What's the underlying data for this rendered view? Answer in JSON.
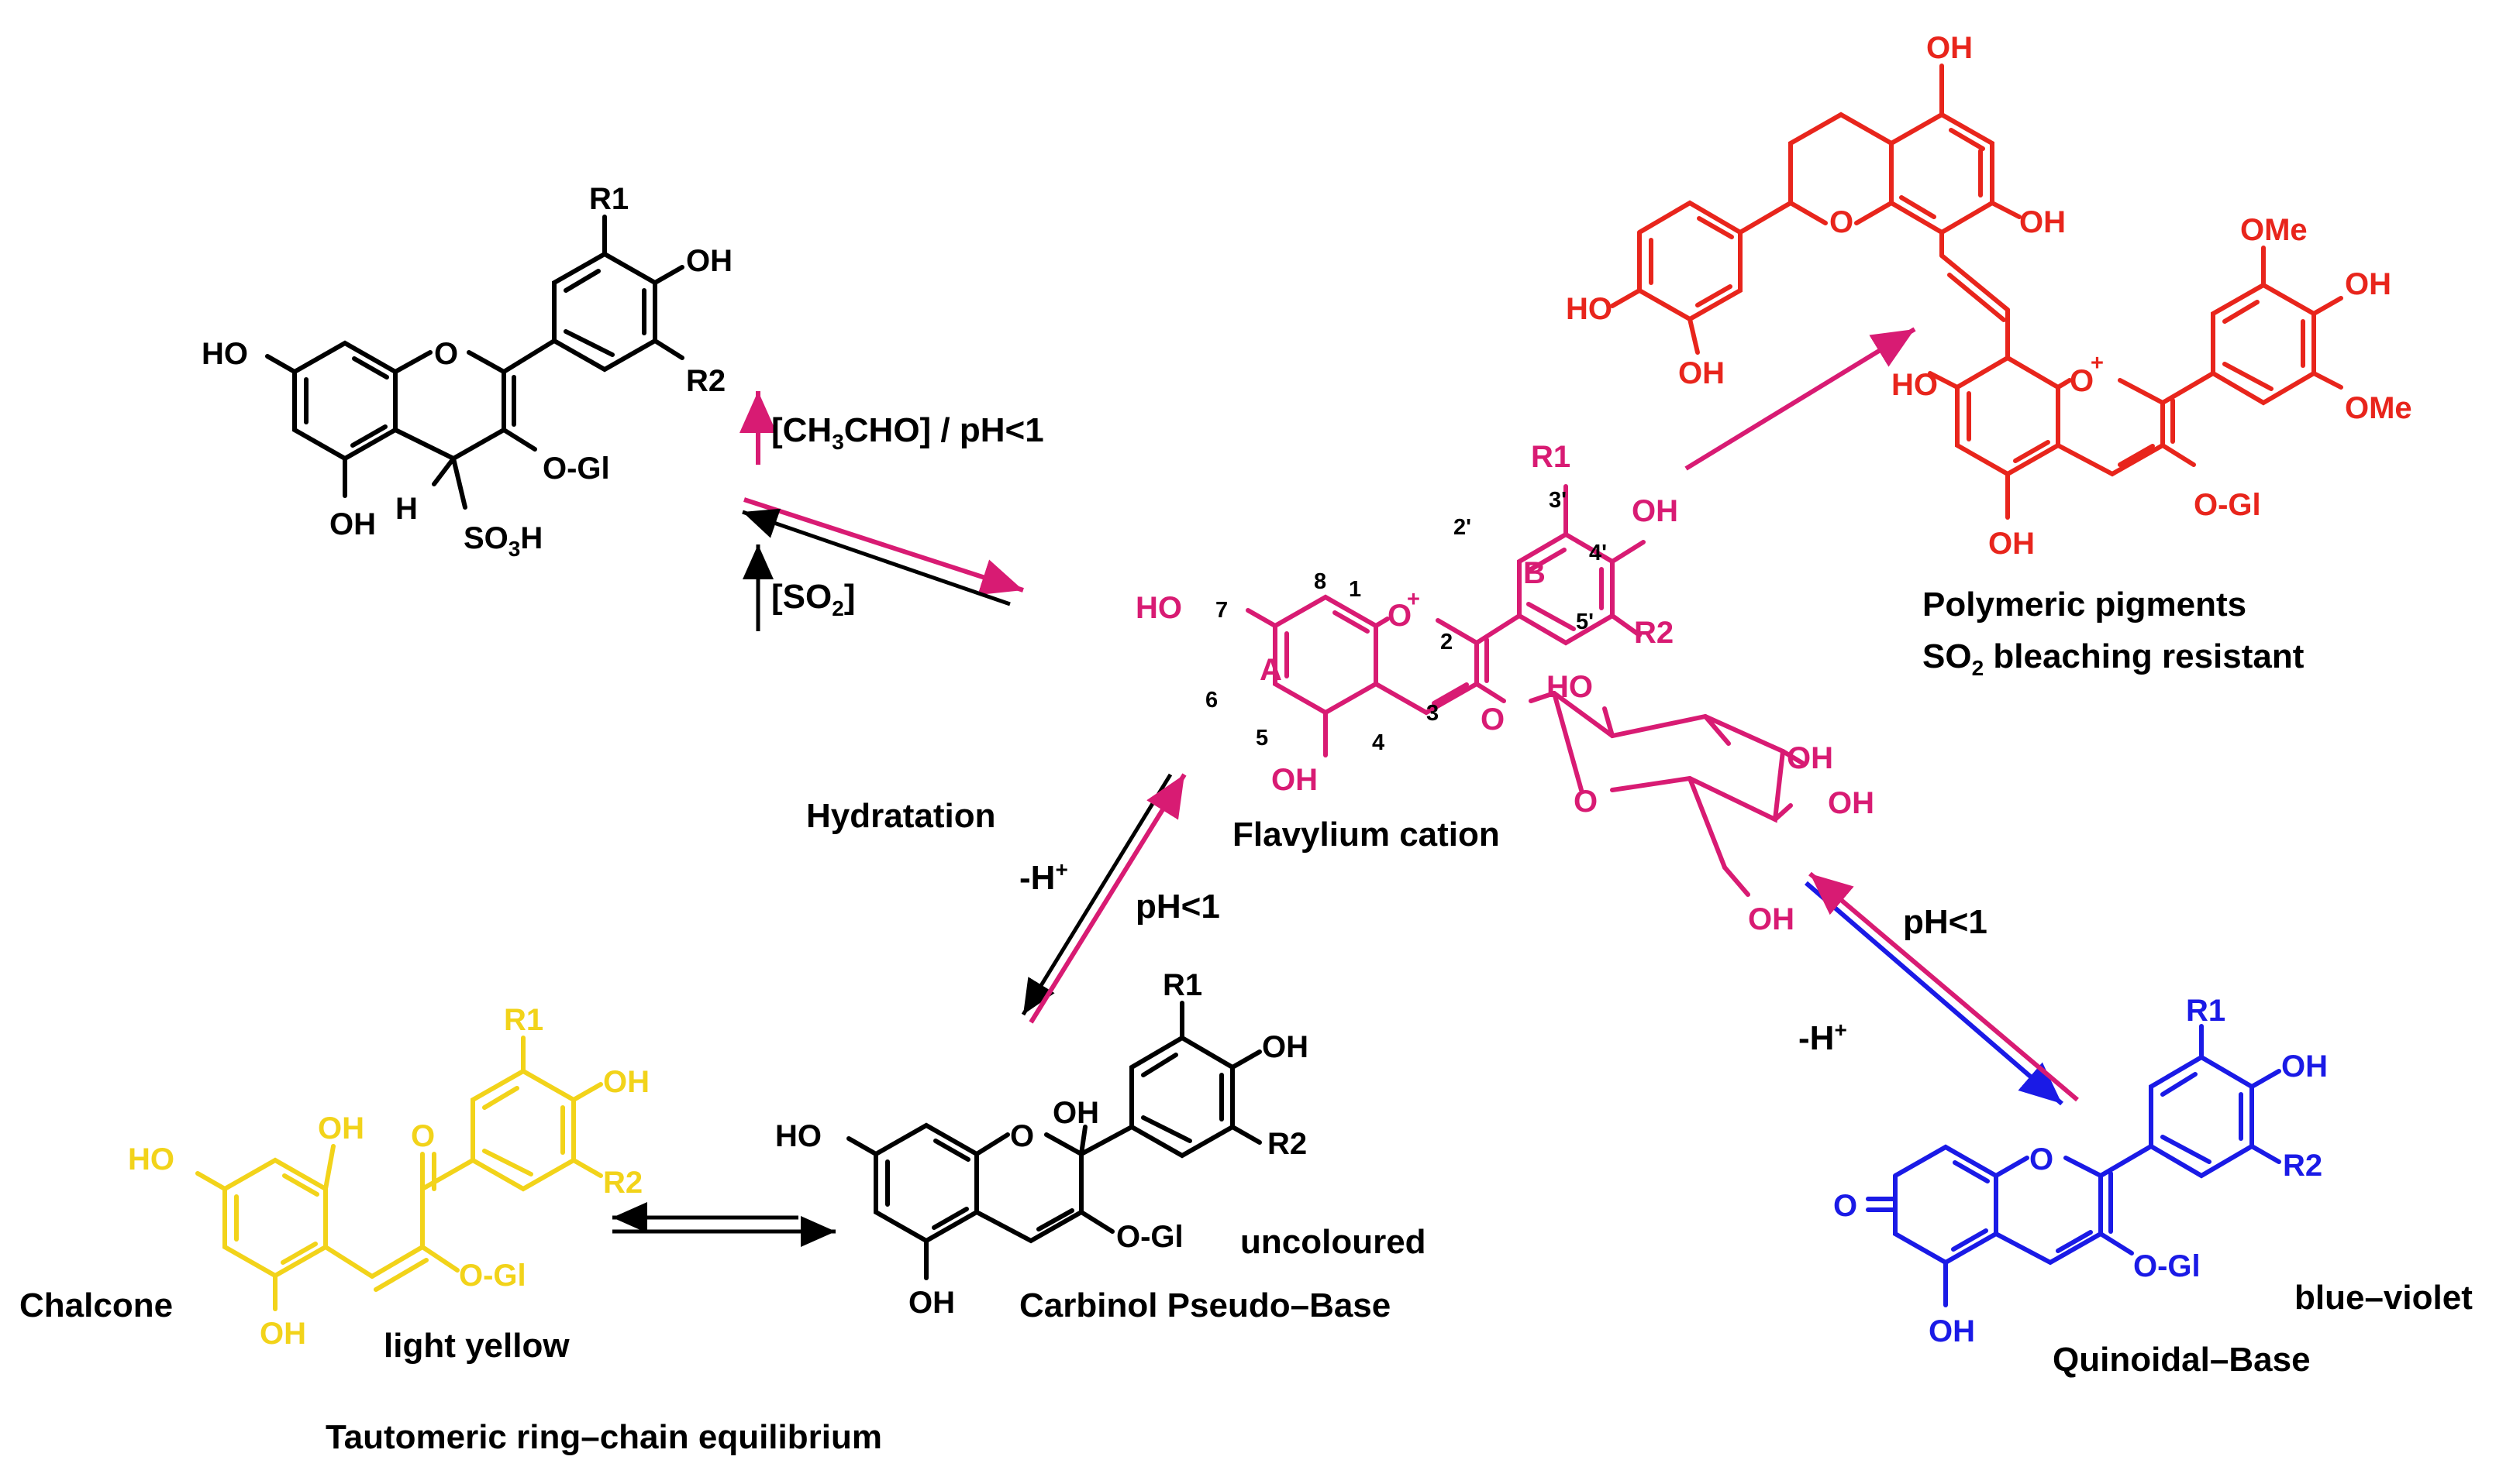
{
  "colors": {
    "black": "#000000",
    "magenta": "#d81b73",
    "red": "#e8251c",
    "blue": "#1a1ae6",
    "yellow": "#f2d31a"
  },
  "flavylium": {
    "HO": "HO",
    "OH_top": "OH",
    "OH_bottom": "OH",
    "R1": "R1",
    "R2": "R2",
    "ring_A": "A",
    "ring_B": "B",
    "O_plus": "O",
    "plus": "+",
    "O_link": "O",
    "n1": "1",
    "n2": "2",
    "n3": "3",
    "n4": "4",
    "n5": "5",
    "n6": "6",
    "n7": "7",
    "n8": "8",
    "n2p": "2'",
    "n3p": "3'",
    "n4p": "4'",
    "n5p": "5'",
    "sugar_O": "O",
    "sugar_HO": "HO",
    "sugar_OH1": "OH",
    "sugar_OH2": "OH",
    "sugar_OH3": "OH",
    "label": "Flavylium cation"
  },
  "bisulfite": {
    "HO": "HO",
    "OH_top": "OH",
    "OH_bottom": "OH",
    "R1": "R1",
    "R2": "R2",
    "O": "O",
    "OGl": "O-Gl",
    "H": "H",
    "SO3H_a": "SO",
    "SO3H_b": "3",
    "SO3H_c": "H"
  },
  "polymeric": {
    "OH1": "OH",
    "OH2": "OH",
    "HO1": "HO",
    "OH3": "OH",
    "OMe1": "OMe",
    "OH4": "OH",
    "OMe2": "OMe",
    "HO2": "HO",
    "OGl": "O-Gl",
    "OH5": "OH",
    "O1": "O",
    "O2": "O",
    "plus": "+",
    "label_line1": "Polymeric pigments",
    "label_line2a": "SO",
    "label_line2b": "2",
    "label_line2c": " bleaching resistant"
  },
  "carbinol": {
    "HO": "HO",
    "OH_c2": "OH",
    "OH_top": "OH",
    "OH_bottom": "OH",
    "R1": "R1",
    "R2": "R2",
    "O": "O",
    "OGl": "O-Gl",
    "uncoloured": "uncoloured",
    "label": "Carbinol Pseudo–Base"
  },
  "chalcone": {
    "HO": "HO",
    "OH_top": "OH",
    "OH_bottom": "OH",
    "OH_ring": "OH",
    "O": "O",
    "R1": "R1",
    "R2": "R2",
    "OGl": "O-Gl",
    "label": "Chalcone",
    "color_label": "light yellow"
  },
  "quinoidal": {
    "O_keto": "O",
    "O_ring": "O",
    "OH_top": "OH",
    "OH_bottom": "OH",
    "R1": "R1",
    "R2": "R2",
    "OGl": "O-Gl",
    "color_label": "blue–violet",
    "label": "Quinoidal–Base"
  },
  "conditions": {
    "acetaldehyde_a": "[CH",
    "acetaldehyde_b": "3",
    "acetaldehyde_c": "CHO] / pH<1",
    "so2_a": "[SO",
    "so2_b": "2",
    "so2_c": "]",
    "hydratation": "Hydratation",
    "minus_h_a": "-H",
    "minus_h_b": "+",
    "ph1_carbinol": "pH<1",
    "ph1_quinoidal": "pH<1",
    "minus_h2_a": "-H",
    "minus_h2_b": "+",
    "tautomeric": "Tautomeric ring–chain equilibrium"
  }
}
